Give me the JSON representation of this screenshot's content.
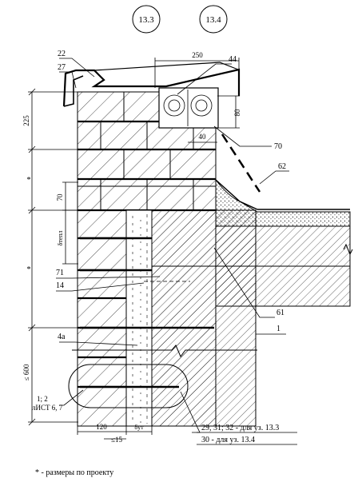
{
  "node_refs": [
    "13.3",
    "13.4"
  ],
  "dims": {
    "top_width": "250",
    "top_height": "80",
    "offset_40": "40",
    "left_225": "225",
    "star_1": "*",
    "row_70": "70",
    "delta_layer": "δтепл",
    "star_2": "*",
    "le_600": "≤ 600",
    "bottom_120": "120",
    "bottom_le15": "≤15",
    "bottom_delta": "δут"
  },
  "callouts": {
    "c22": "22",
    "c27": "27",
    "c44": "44",
    "c70": "70",
    "c62": "62",
    "c71": "71",
    "c14": "14",
    "c61": "61",
    "c1": "1",
    "c4a": "4а",
    "ref_line1": "1; 2",
    "ref_line2": "лИСТ 6, 7",
    "bottom_line1": "29, 31; 32 - для уз. 13.3",
    "bottom_line2": "30 - для уз. 13.4"
  },
  "footnote": "* - размеры по проекту"
}
